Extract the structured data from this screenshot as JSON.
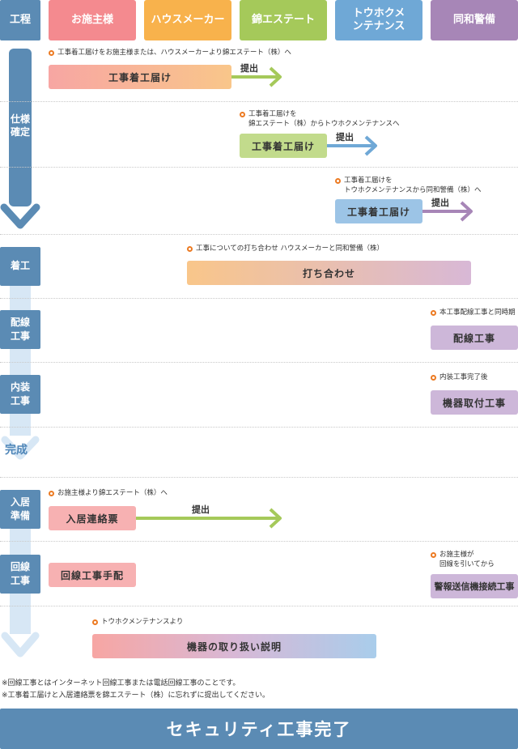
{
  "header": {
    "process": "工程",
    "owner": "お施主様",
    "housemaker": "ハウスメーカー",
    "nishiki": "錦エステート",
    "tohoku": "トウホクメンテナンス",
    "dowa": "同和警備"
  },
  "stages": {
    "spec": "仕様確定",
    "start": "着工",
    "wiring": "配線工事",
    "interior": "内装工事",
    "complete": "完成",
    "movein": "入居準備",
    "line": "回線工事"
  },
  "rows": {
    "r1": {
      "note": "工事着工届けをお施主様または、ハウスメーカーより錦エステート（株）へ",
      "box": "工事着工届け",
      "submit": "提出"
    },
    "r2": {
      "note1": "工事着工届けを",
      "note2": "錦エステート（株）からトウホクメンテナンスへ",
      "box": "工事着工届け",
      "submit": "提出"
    },
    "r3": {
      "note1": "工事着工届けを",
      "note2": "トウホクメンテナンスから同和警備（株）へ",
      "box": "工事着工届け",
      "submit": "提出"
    },
    "r4": {
      "note": "工事についての打ち合わせ ハウスメーカーと同和警備（株）",
      "box": "打ち合わせ"
    },
    "r5": {
      "note": "本工事配線工事と同時期",
      "box": "配線工事"
    },
    "r6": {
      "note": "内装工事完了後",
      "box": "機器取付工事"
    },
    "r7": {
      "note": "お施主様より錦エステート（株）へ",
      "box": "入居連絡票",
      "submit": "提出"
    },
    "r8": {
      "box_left": "回線工事手配",
      "note1": "お施主様が",
      "note2": "回線を引いてから",
      "box_right": "警報送信機接続工事"
    },
    "r9": {
      "note": "トウホクメンテナンスより",
      "box": "機器の取り扱い説明"
    }
  },
  "footnotes": {
    "f1": "※回線工事とはインターネット回線工事または電話回線工事のことです。",
    "f2": "※工事着工届けと入居連絡票を錦エステート（株）に忘れずに提出してください。"
  },
  "banner": "セキュリティ工事完了",
  "colors": {
    "owner": "#f48a8f",
    "housemaker": "#f8b24c",
    "nishiki": "#a5c95a",
    "tohoku": "#6fa8d6",
    "dowa": "#a786b7",
    "stage": "#5b8bb4",
    "accent": "#ec7a22"
  }
}
